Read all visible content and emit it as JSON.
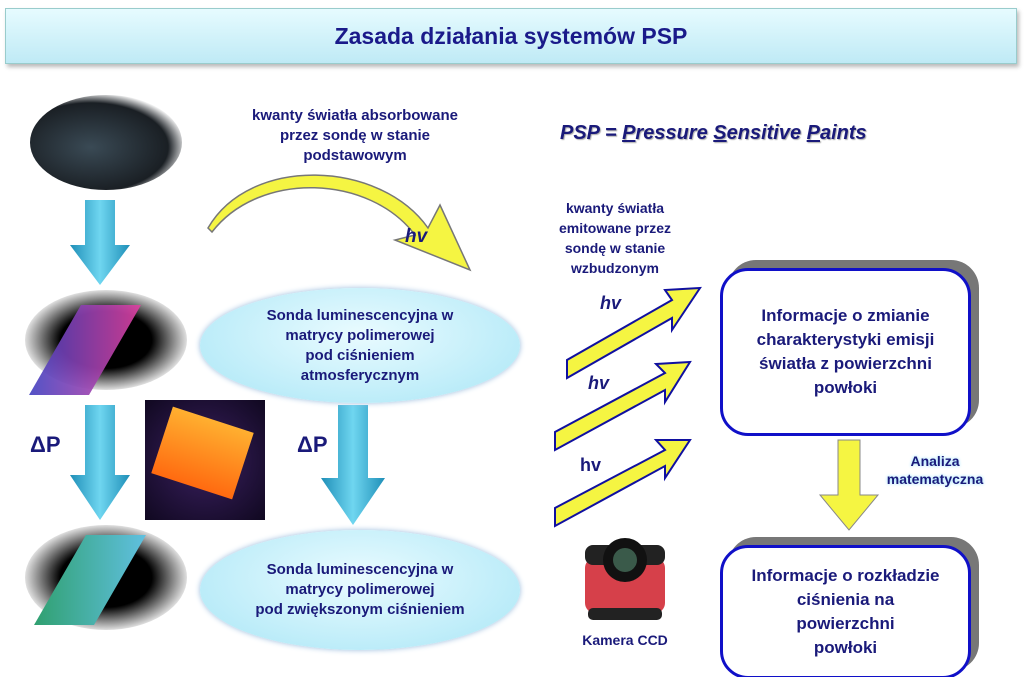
{
  "title": "Zasada działania systemów PSP",
  "psp": {
    "prefix": "PSP = ",
    "w1a": "P",
    "w1b": "ressure ",
    "w2a": "S",
    "w2b": "ensitive ",
    "w3a": "P",
    "w3b": "aints"
  },
  "absorbed_text": [
    "kwanty światła absorbowane",
    "przez sondę w stanie",
    "podstawowym"
  ],
  "emitted_text": [
    "kwanty światła",
    "emitowane przez",
    "sondę w stanie",
    "wzbudzonym"
  ],
  "hv": "hv",
  "delta_p": "ΔP",
  "ellipse1": [
    "Sonda luminescencyjna w",
    "matrycy polimerowej",
    "pod ciśnieniem",
    "atmosferycznym"
  ],
  "ellipse2": [
    "Sonda luminescencyjna w",
    "matrycy polimerowej",
    "pod zwiększonym ciśnieniem"
  ],
  "box1": [
    "Informacje o zmianie",
    "charakterystyki emisji",
    "światła z powierzchni",
    "powłoki"
  ],
  "box2": [
    "Informacje o rozkładzie",
    "ciśnienia na",
    "powierzchni",
    "powłoki"
  ],
  "analysis": [
    "Analiza",
    "matematyczna"
  ],
  "camera_label": "Kamera CCD",
  "colors": {
    "navy": "#1a1a7a",
    "yellow": "#f5f542",
    "arrow_blue": "#3bb3d6"
  }
}
